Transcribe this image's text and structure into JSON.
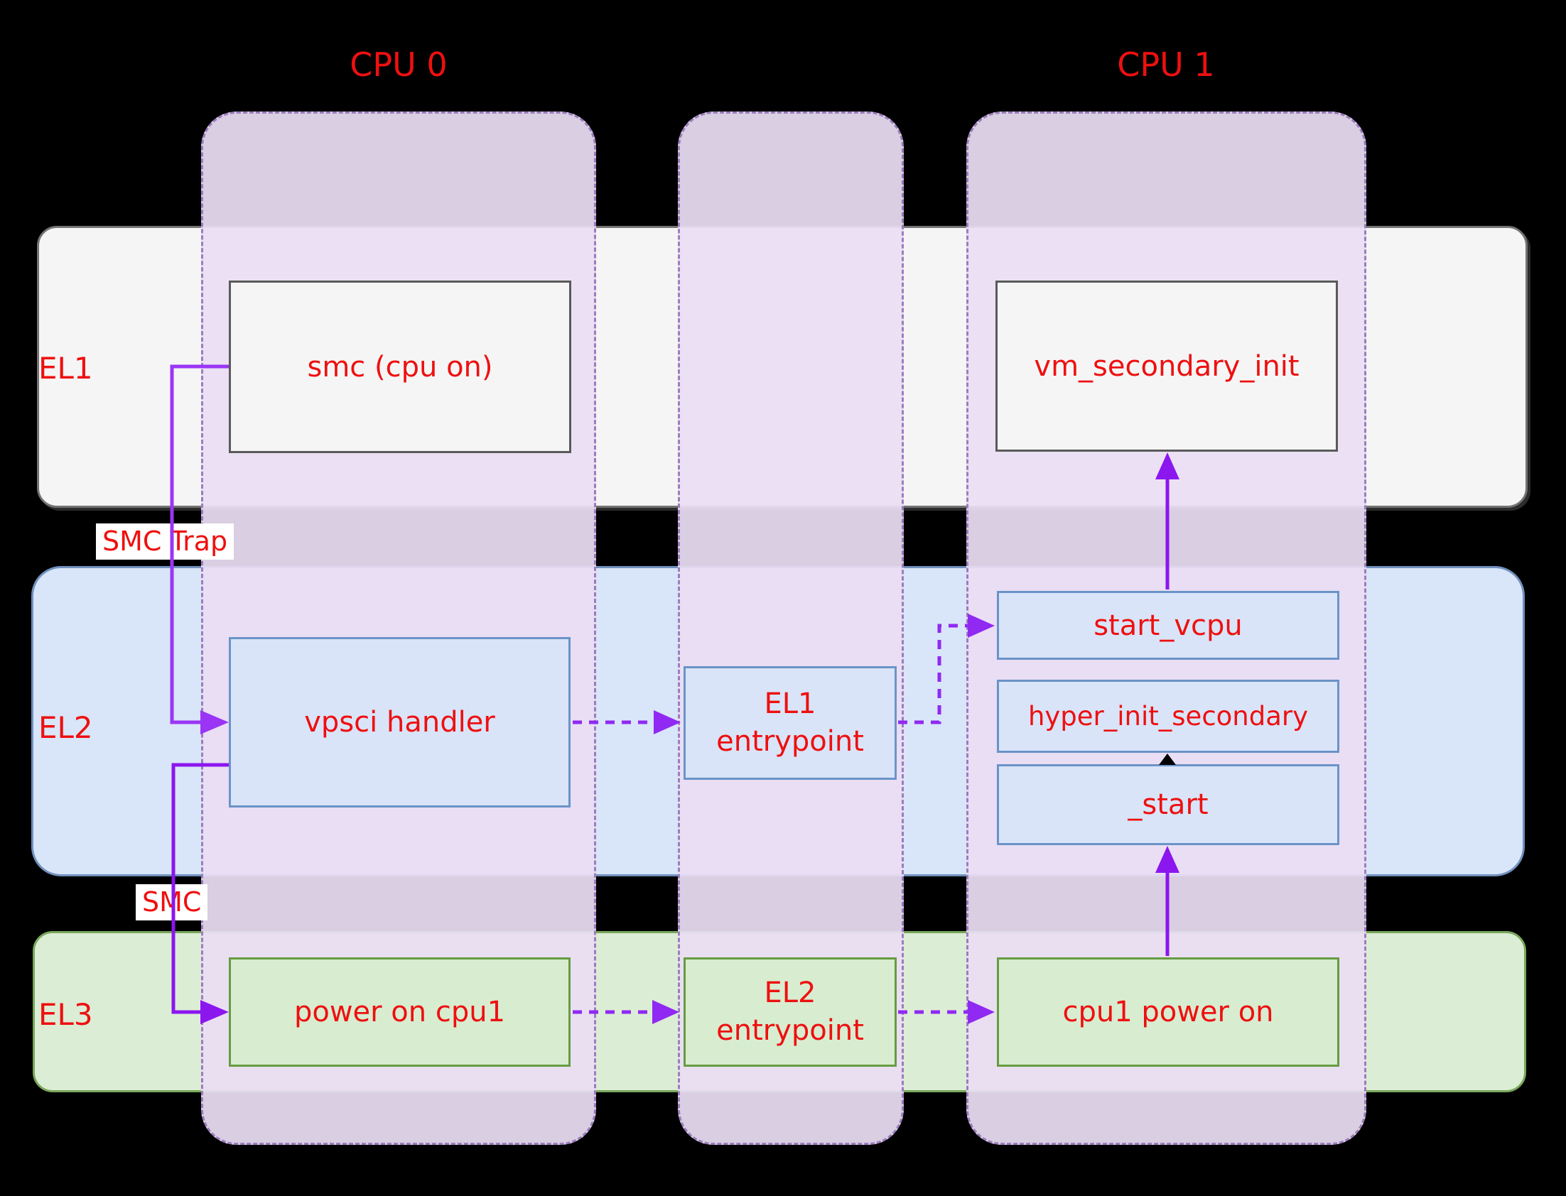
{
  "titles": {
    "cpu0": "CPU 0",
    "cpu1": "CPU 1"
  },
  "rows": {
    "el1": "EL1",
    "el2": "EL2",
    "el3": "EL3"
  },
  "nodes": {
    "smc_cpu_on": "smc (cpu on)",
    "vm_secondary_init": "vm_secondary_init",
    "vpsci_handler": "vpsci handler",
    "el1_entrypoint": {
      "line1": "EL1",
      "line2": "entrypoint"
    },
    "start_vcpu": "start_vcpu",
    "hyper_init_secondary": "hyper_init_secondary",
    "start": "_start",
    "power_on_cpu1": "power on cpu1",
    "el2_entrypoint": {
      "line1": "EL2",
      "line2": "entrypoint"
    },
    "cpu1_power_on": "cpu1 power on"
  },
  "arrow_labels": {
    "smc_trap": "SMC Trap",
    "smc": "SMC"
  },
  "colors": {
    "background": "#000000",
    "text_red": "#ee1010",
    "solid_arrow_purple": "#9a35f5",
    "solid_arrow_violet": "#8c16ee",
    "dashed_arrow_purple": "#9029f2",
    "black_arrowhead": "#000000",
    "el1_row_fill": "#f5f5f5",
    "el1_row_border": "#737373",
    "el2_row_fill": "#d9e5f8",
    "el2_row_border": "#7090bd",
    "el3_row_fill": "#dcedd5",
    "el3_row_border": "#79a75b",
    "lane_fill": "#e9def3",
    "lane_border": "#9778ba",
    "el1_box_fill": "#f5f5f5",
    "el2_box_fill": "#d9e4f8",
    "el3_box_fill": "#d8ecd0"
  }
}
